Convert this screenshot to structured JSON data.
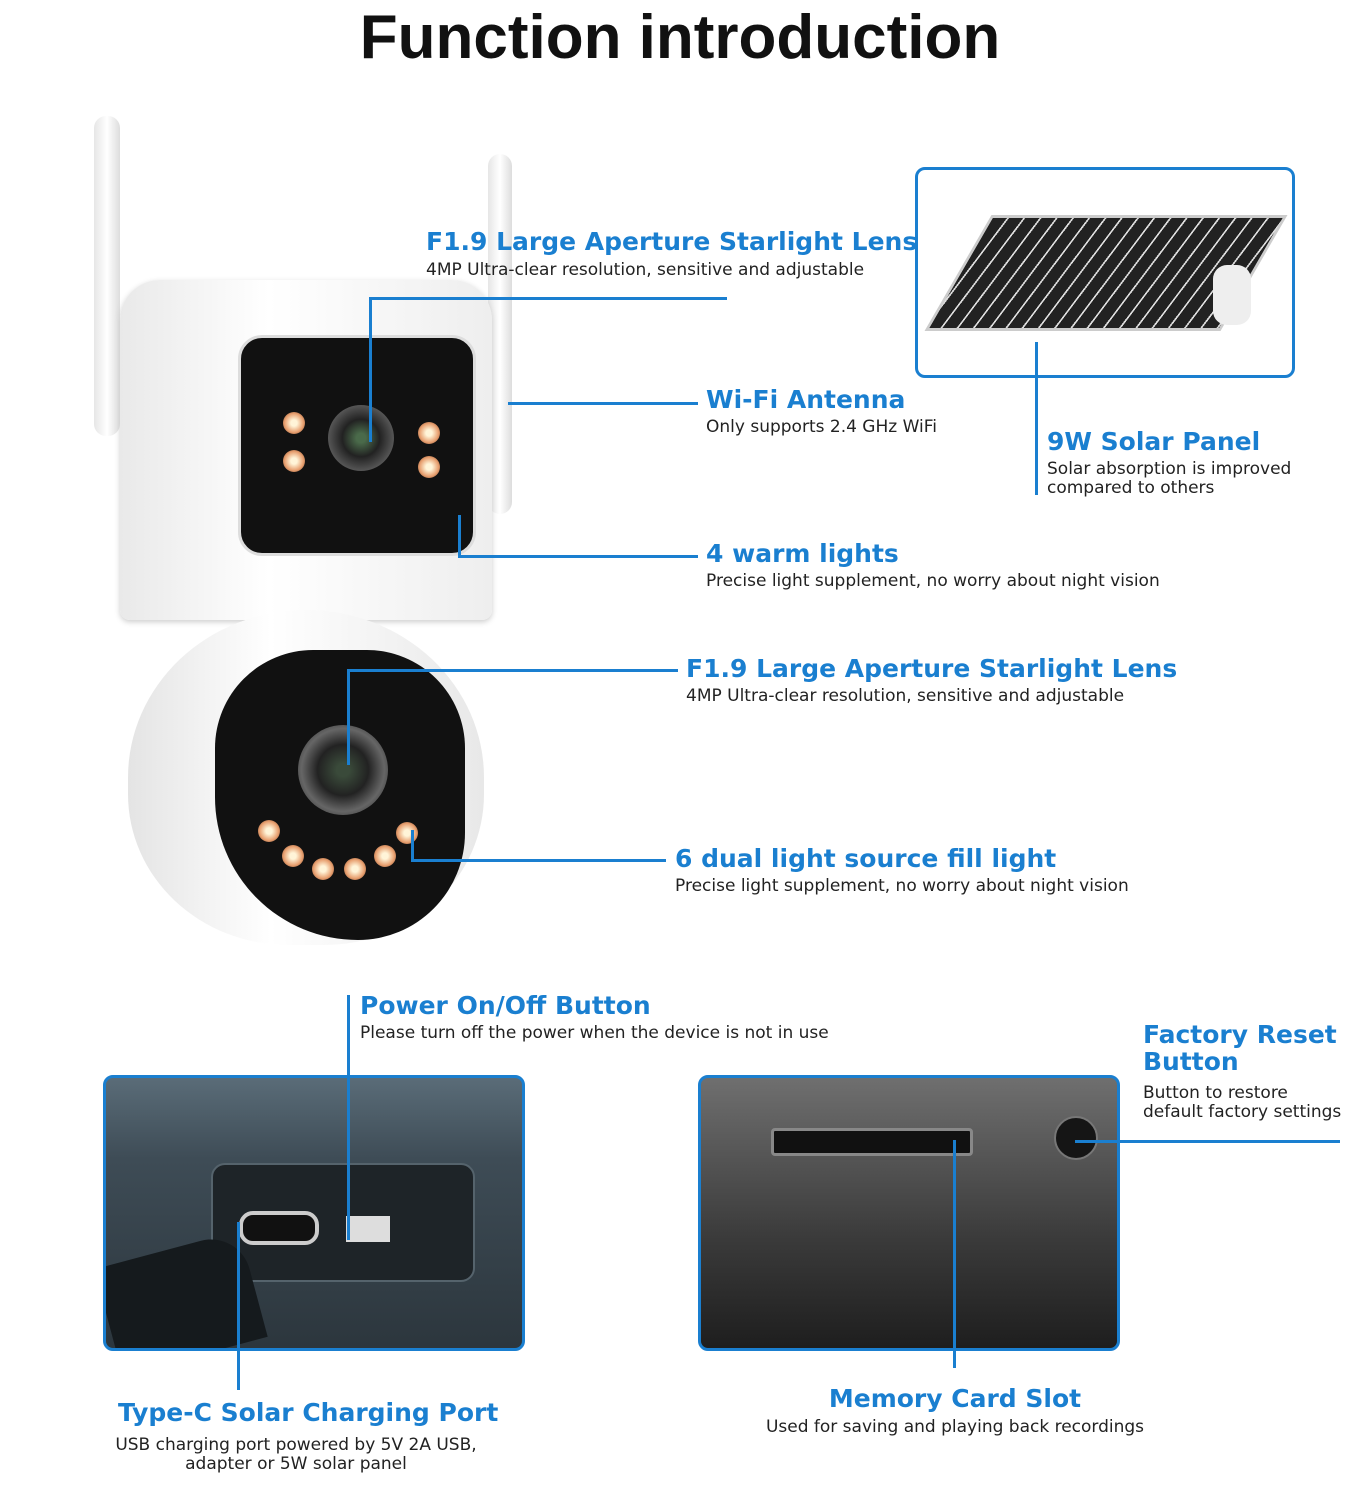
{
  "title": "Function introduction",
  "features": {
    "lens_top": {
      "title": "F1.9 Large Aperture Starlight Lens",
      "desc": "4MP Ultra-clear resolution, sensitive and adjustable"
    },
    "wifi": {
      "title": "Wi-Fi Antenna",
      "desc": "Only supports 2.4 GHz WiFi"
    },
    "solar": {
      "title": "9W Solar Panel",
      "desc_1": "Solar absorption is improved",
      "desc_2": "compared to others"
    },
    "warm": {
      "title": "4 warm lights",
      "desc": "Precise light supplement, no worry about night vision"
    },
    "lens_bottom": {
      "title": "F1.9 Large Aperture Starlight Lens",
      "desc": "4MP Ultra-clear resolution, sensitive and adjustable"
    },
    "fill": {
      "title": "6 dual light source fill light",
      "desc": "Precise light supplement, no worry about night vision"
    },
    "power": {
      "title": "Power On/Off Button",
      "desc": "Please turn off the power when the device is not in use"
    },
    "typec": {
      "title": "Type-C Solar Charging Port",
      "desc_1": "USB charging port powered by 5V 2A USB,",
      "desc_2": "adapter or 5W solar panel"
    },
    "memory": {
      "title": "Memory Card Slot",
      "desc": "Used for saving and playing back recordings"
    },
    "reset": {
      "title_1": "Factory Reset",
      "title_2": "Button",
      "desc_1": "Button to restore",
      "desc_2": "default factory settings"
    }
  },
  "colors": {
    "accent": "#1a7fd0"
  }
}
